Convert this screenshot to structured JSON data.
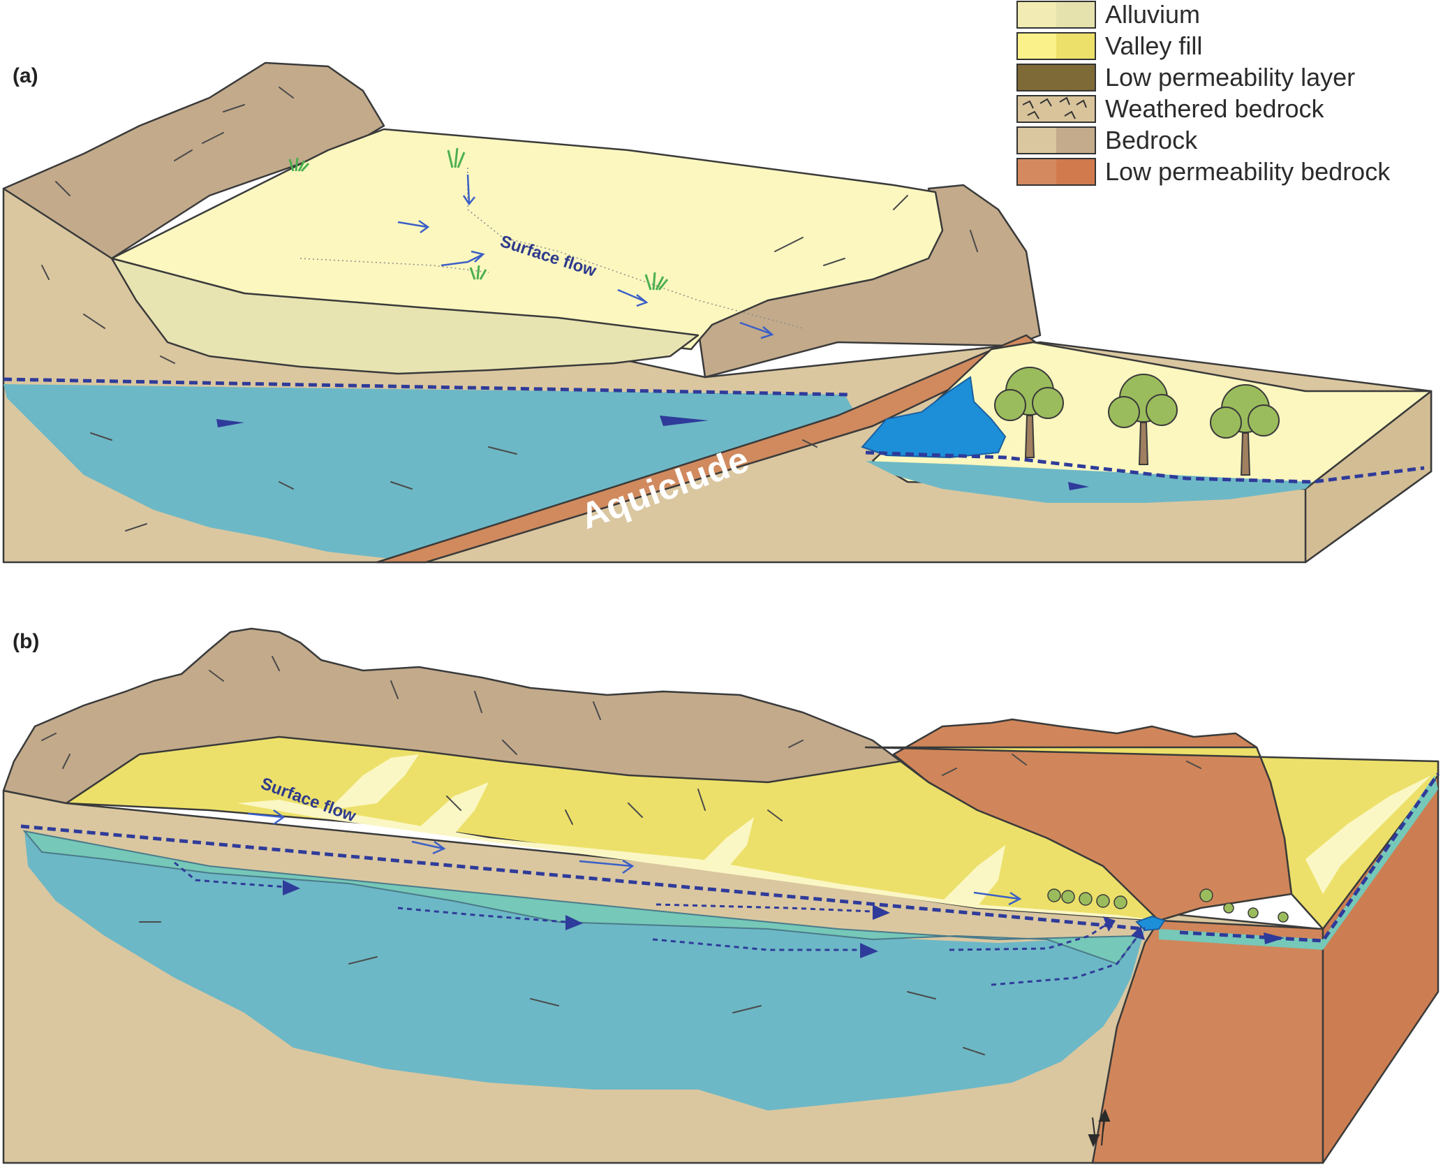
{
  "panels": {
    "a": {
      "label": "(a)",
      "surface_flow": "Surface flow",
      "aquiclude": "Aquiclude"
    },
    "b": {
      "label": "(b)",
      "surface_flow": "Surface flow"
    }
  },
  "legend": [
    {
      "label": "Alluvium",
      "color_left": "#f2ebb3",
      "color_right": "#e6e2ae"
    },
    {
      "label": "Valley fill",
      "color_left": "#fbf18a",
      "color_right": "#ece06a"
    },
    {
      "label": "Low permeability layer",
      "color_left": "#7d6a36",
      "color_right": "#7d6a36"
    },
    {
      "label": "Weathered bedrock",
      "color_left": "#d8c39a",
      "color_right": "#d8c39a"
    },
    {
      "label": "Bedrock",
      "color_left": "#dac7a0",
      "color_right": "#c3ab8c"
    },
    {
      "label": "Low permeability bedrock",
      "color_left": "#d48a5e",
      "color_right": "#d07a4e"
    }
  ],
  "colors": {
    "bedrock": "#dac7a0",
    "bedrock_dark": "#c2aa8b",
    "alluvium": "#fbf7bf",
    "alluvium_deep": "#e8e4b2",
    "valley_fill": "#ece06a",
    "valley_fill_light": "#fbf7c4",
    "groundwater": "#6db8c6",
    "groundwater_shallow": "#76c8b8",
    "pond": "#1d8fd8",
    "aquiclude": "#d08a5e",
    "low_perm_bedrock": "#d0865a",
    "water_table": "#2f3b9a",
    "tree": "#9bbc5c",
    "grass": "#5cb85c"
  }
}
